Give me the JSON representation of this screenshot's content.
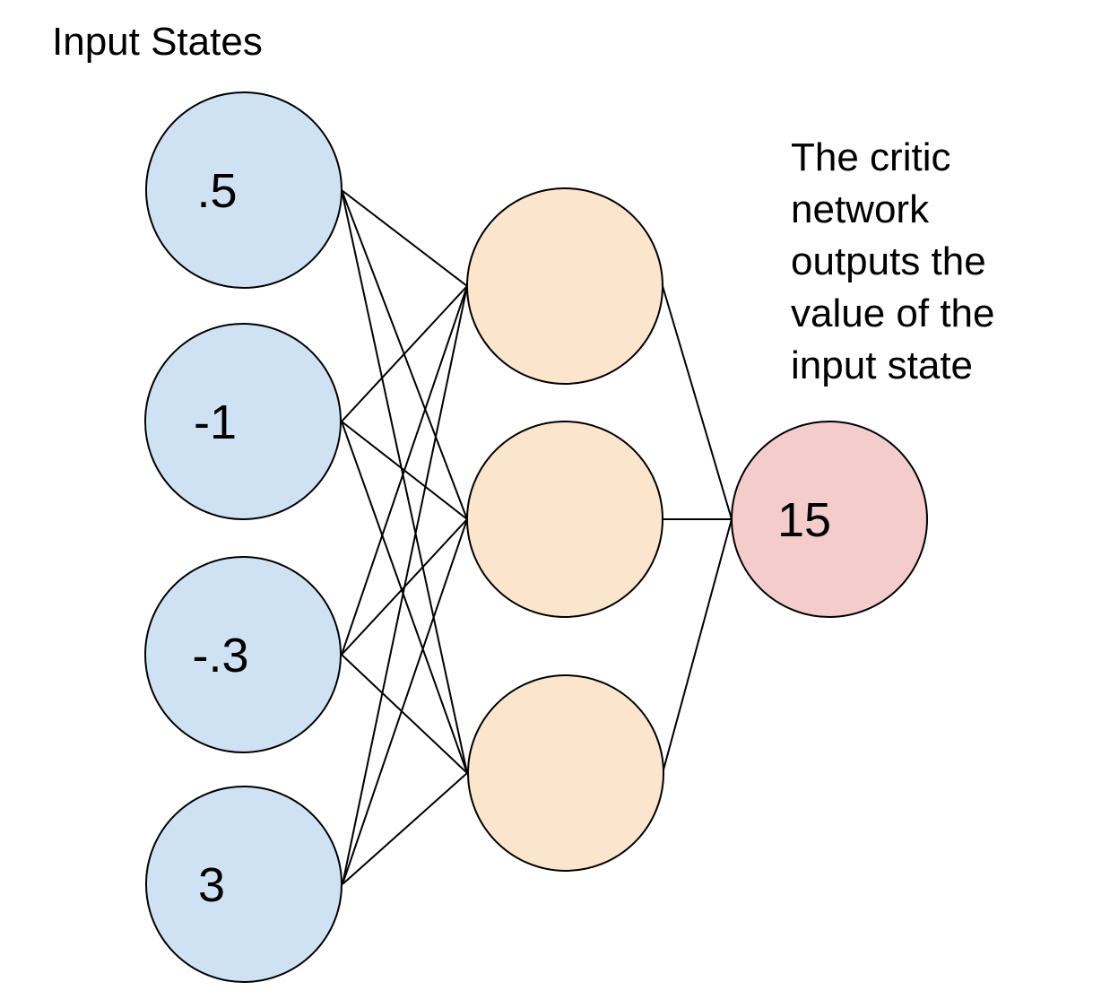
{
  "title": "Input States",
  "annotation": "The critic\nnetwork\noutputs the\nvalue of the\ninput state",
  "colors": {
    "input_node_fill": "#cfe2f3",
    "hidden_node_fill": "#fce5cd",
    "output_node_fill": "#f4cccc",
    "edge_stroke": "#000000",
    "text_color": "#000000"
  },
  "network": {
    "input_layer_name": "Input States",
    "input_nodes": [
      {
        "label": ".5"
      },
      {
        "label": "-1"
      },
      {
        "label": "-.3"
      },
      {
        "label": "3"
      }
    ],
    "hidden_nodes": [
      {
        "label": ""
      },
      {
        "label": ""
      },
      {
        "label": ""
      }
    ],
    "output_node": {
      "label": "15"
    }
  }
}
